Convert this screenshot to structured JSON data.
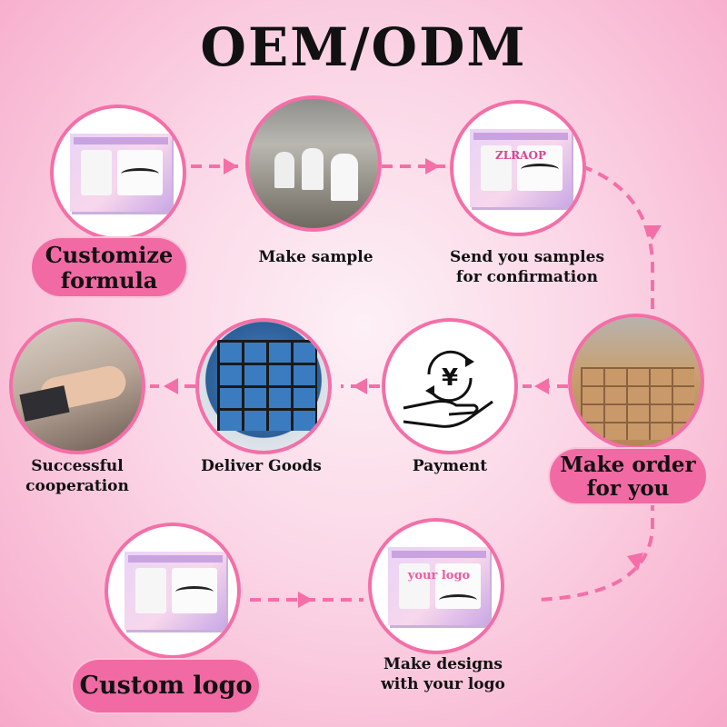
{
  "title": "OEM/ODM",
  "steps": {
    "customize_formula": "Customize\nformula",
    "make_sample": "Make sample",
    "send_samples": "Send you samples\nfor confirmation",
    "make_order": "Make order\nfor you",
    "payment": "Payment",
    "deliver_goods": "Deliver Goods",
    "successful_cooperation": "Successful\ncooperation",
    "custom_logo": "Custom logo",
    "make_designs": "Make designs\nwith your logo"
  },
  "box_logo_text": "your logo",
  "box_brand_text": "ZLRAOP",
  "payment_symbol": "¥",
  "colors": {
    "accent": "#f46fa7",
    "pill": "#f26aa4",
    "background": "#fbd6e6"
  },
  "icons": [
    "product-box-icon",
    "factory-photo",
    "handshake-photo",
    "globe-cargo-photo",
    "warehouse-boxes-photo",
    "payment-hand-icon",
    "arrow-icon"
  ]
}
